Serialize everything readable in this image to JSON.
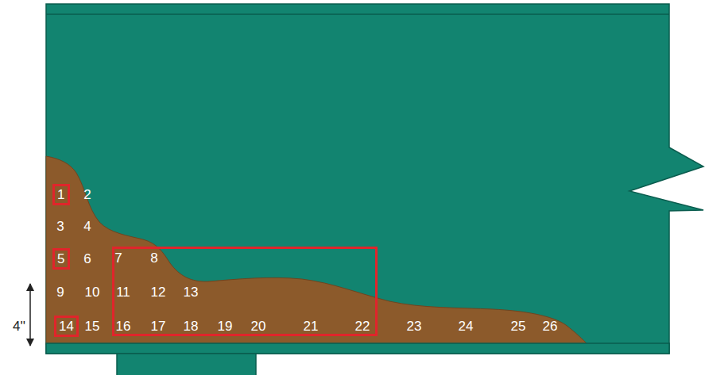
{
  "diagram": {
    "nodes": [
      {
        "text": [
          "1"
        ]
      },
      {
        "text": [
          "5"
        ]
      },
      {
        "text": [
          "7",
          "8",
          "11",
          "12",
          "13",
          "16",
          "17",
          "18",
          "19",
          "20",
          "21",
          "22"
        ]
      },
      {
        "text": [
          "14"
        ]
      }
    ],
    "labels": [
      "2",
      "3",
      "4",
      "6",
      "9",
      "10",
      "4''",
      "15",
      "23",
      "24",
      "25",
      "26"
    ]
  }
}
